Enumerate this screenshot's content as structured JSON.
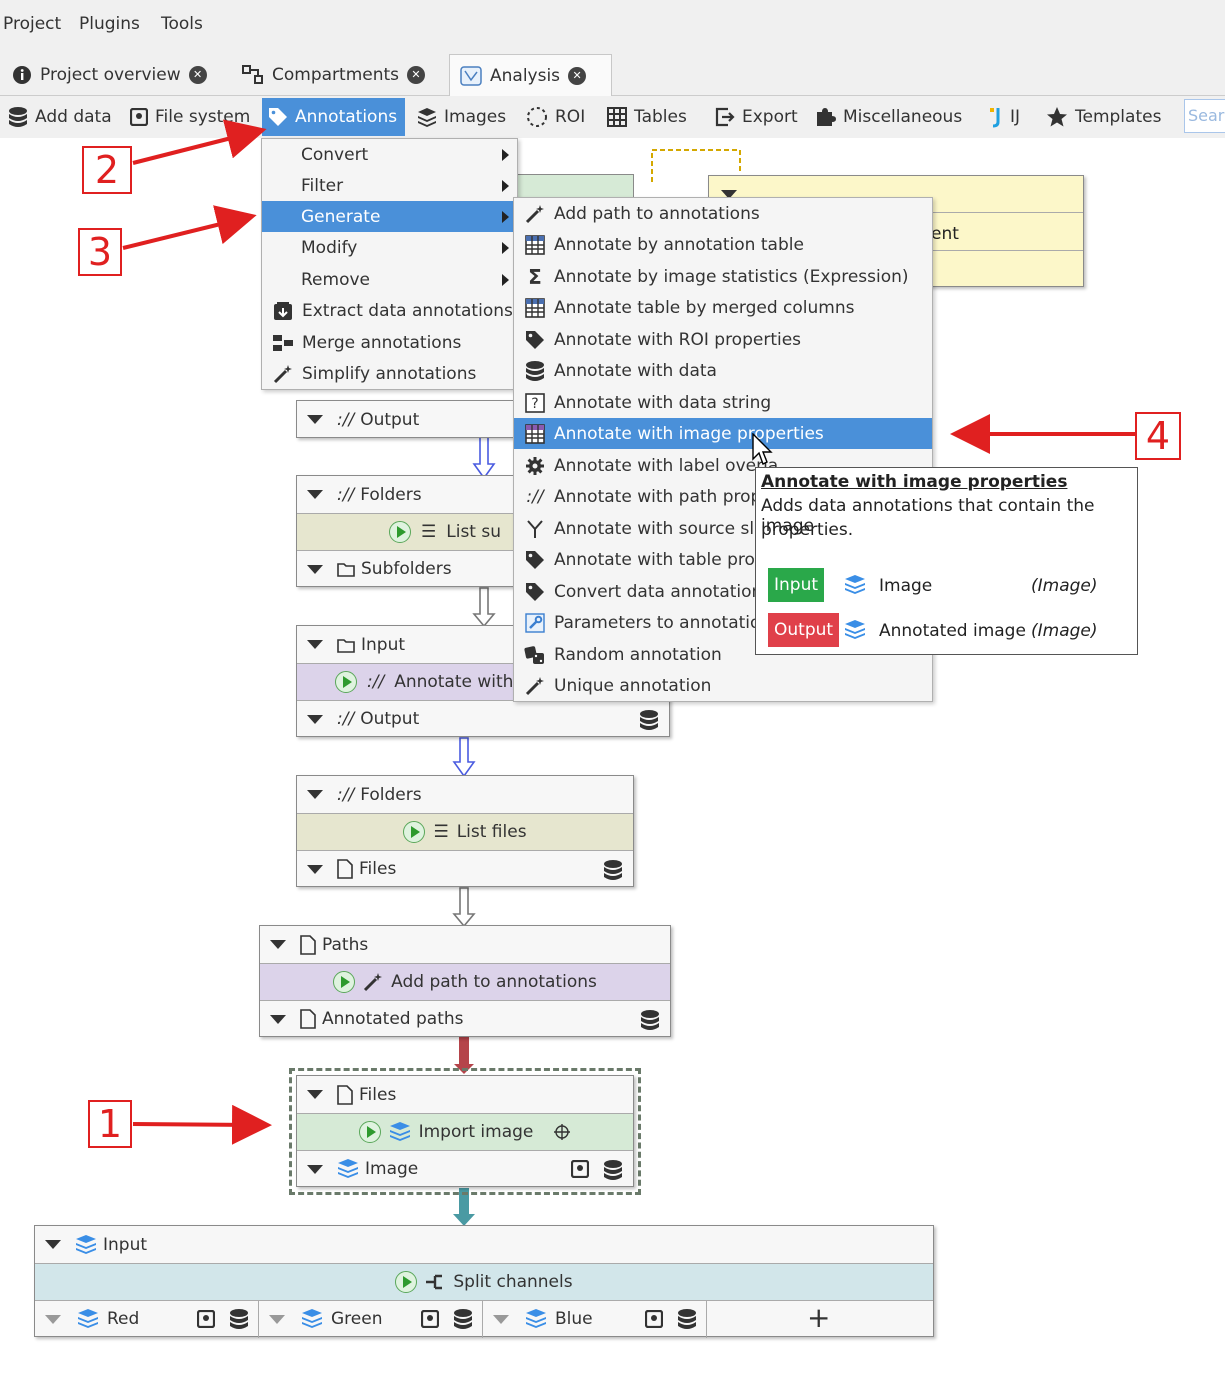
{
  "menubar": {
    "items": [
      "Project",
      "Plugins",
      "Tools"
    ]
  },
  "tabs": [
    {
      "label": "Project overview",
      "icon": "info-icon"
    },
    {
      "label": "Compartments",
      "icon": "compartments-icon"
    },
    {
      "label": "Analysis",
      "icon": "graph-icon",
      "active": true
    }
  ],
  "toolbar": {
    "items": [
      "Add data",
      "File system",
      "Annotations",
      "Images",
      "ROI",
      "Tables",
      "Export",
      "Miscellaneous",
      "IJ",
      "Templates"
    ],
    "selected": "Annotations",
    "search_placeholder": "Sear"
  },
  "annotations_menu": {
    "items": [
      "Convert",
      "Filter",
      "Generate",
      "Modify",
      "Remove",
      "Extract data annotations",
      "Merge annotations",
      "Simplify annotations"
    ],
    "highlighted": "Generate"
  },
  "generate_menu": {
    "items": [
      "Add path to annotations",
      "Annotate by annotation table",
      "Annotate by image statistics (Expression)",
      "Annotate table by merged columns",
      "Annotate with ROI properties",
      "Annotate with data",
      "Annotate with data string",
      "Annotate with image properties",
      "Annotate with label overla",
      "Annotate with path prope",
      "Annotate with source slot",
      "Annotate with table prope",
      "Convert data annotation t",
      "Parameters to annotation",
      "Random annotation",
      "Unique annotation"
    ],
    "highlighted": "Annotate with image properties"
  },
  "tooltip": {
    "title": "Annotate with image properties",
    "description_line1": "Adds data annotations that contain the image",
    "description_line2": "properties.",
    "input_badge": "Input",
    "input_name": "Image",
    "input_type": "(Image)",
    "output_badge": "Output",
    "output_name": "Annotated image",
    "output_type": "(Image)"
  },
  "nodes": {
    "yellow_partial": "ent",
    "output_top": "Output",
    "folders1": {
      "input": "Folders",
      "algo": "List su",
      "output": "Subfolders"
    },
    "annotate_node": {
      "input": "Input",
      "algo": "Annotate with",
      "output": "Output"
    },
    "folders2": {
      "input": "Folders",
      "algo": "List files",
      "output": "Files"
    },
    "paths_node": {
      "input": "Paths",
      "algo": "Add path to annotations",
      "output": "Annotated paths"
    },
    "import_node": {
      "input": "Files",
      "algo": "Import image",
      "output": "Image"
    },
    "split_node": {
      "input": "Input",
      "algo": "Split channels",
      "outputs": [
        "Red",
        "Green",
        "Blue"
      ]
    }
  },
  "callouts": [
    "1",
    "2",
    "3",
    "4"
  ],
  "colors": {
    "selection_blue": "#4a90d9",
    "callout_red": "#e02020",
    "input_green": "#2aa84a",
    "output_red": "#e0404a",
    "annotation_purple": "#dcd3ea",
    "filesystem_olive": "#e6e6cf",
    "image_green": "#d6ead6",
    "split_blue": "#d2e6ea"
  }
}
